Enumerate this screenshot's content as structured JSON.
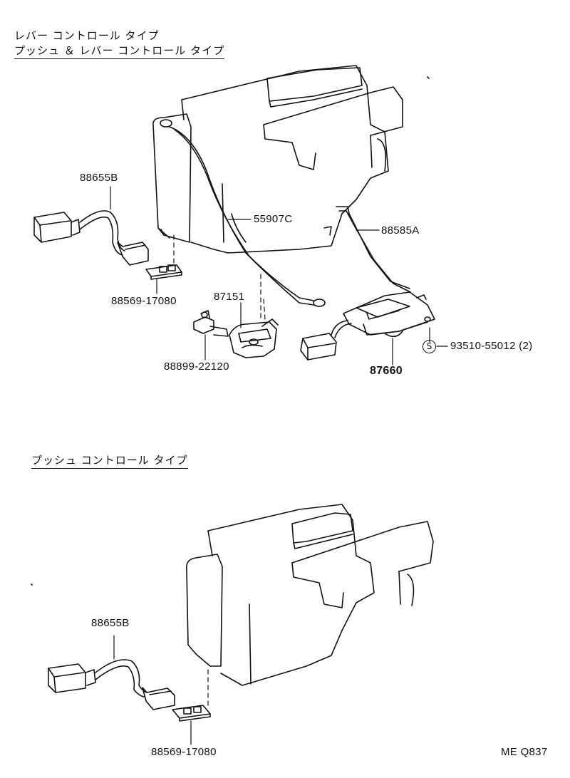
{
  "headings": {
    "top_line1": "レバー コントロール タイプ",
    "top_line2": "プッシュ ＆ レバー コントロール タイプ",
    "bottom": "プッシュ コントロール タイプ"
  },
  "callouts": {
    "wire_harness_top": "88655B",
    "clip_top": "88569-17080",
    "cable": "55907C",
    "rod": "88585A",
    "lever_assembly": "87151",
    "bracket": "88899-22120",
    "servo_motor": "87660",
    "screw_symbol": "S",
    "screw": "93510-55012 (2)",
    "wire_harness_bottom": "88655B",
    "clip_bottom": "88569-17080"
  },
  "footer": {
    "code": "ME Q837"
  }
}
